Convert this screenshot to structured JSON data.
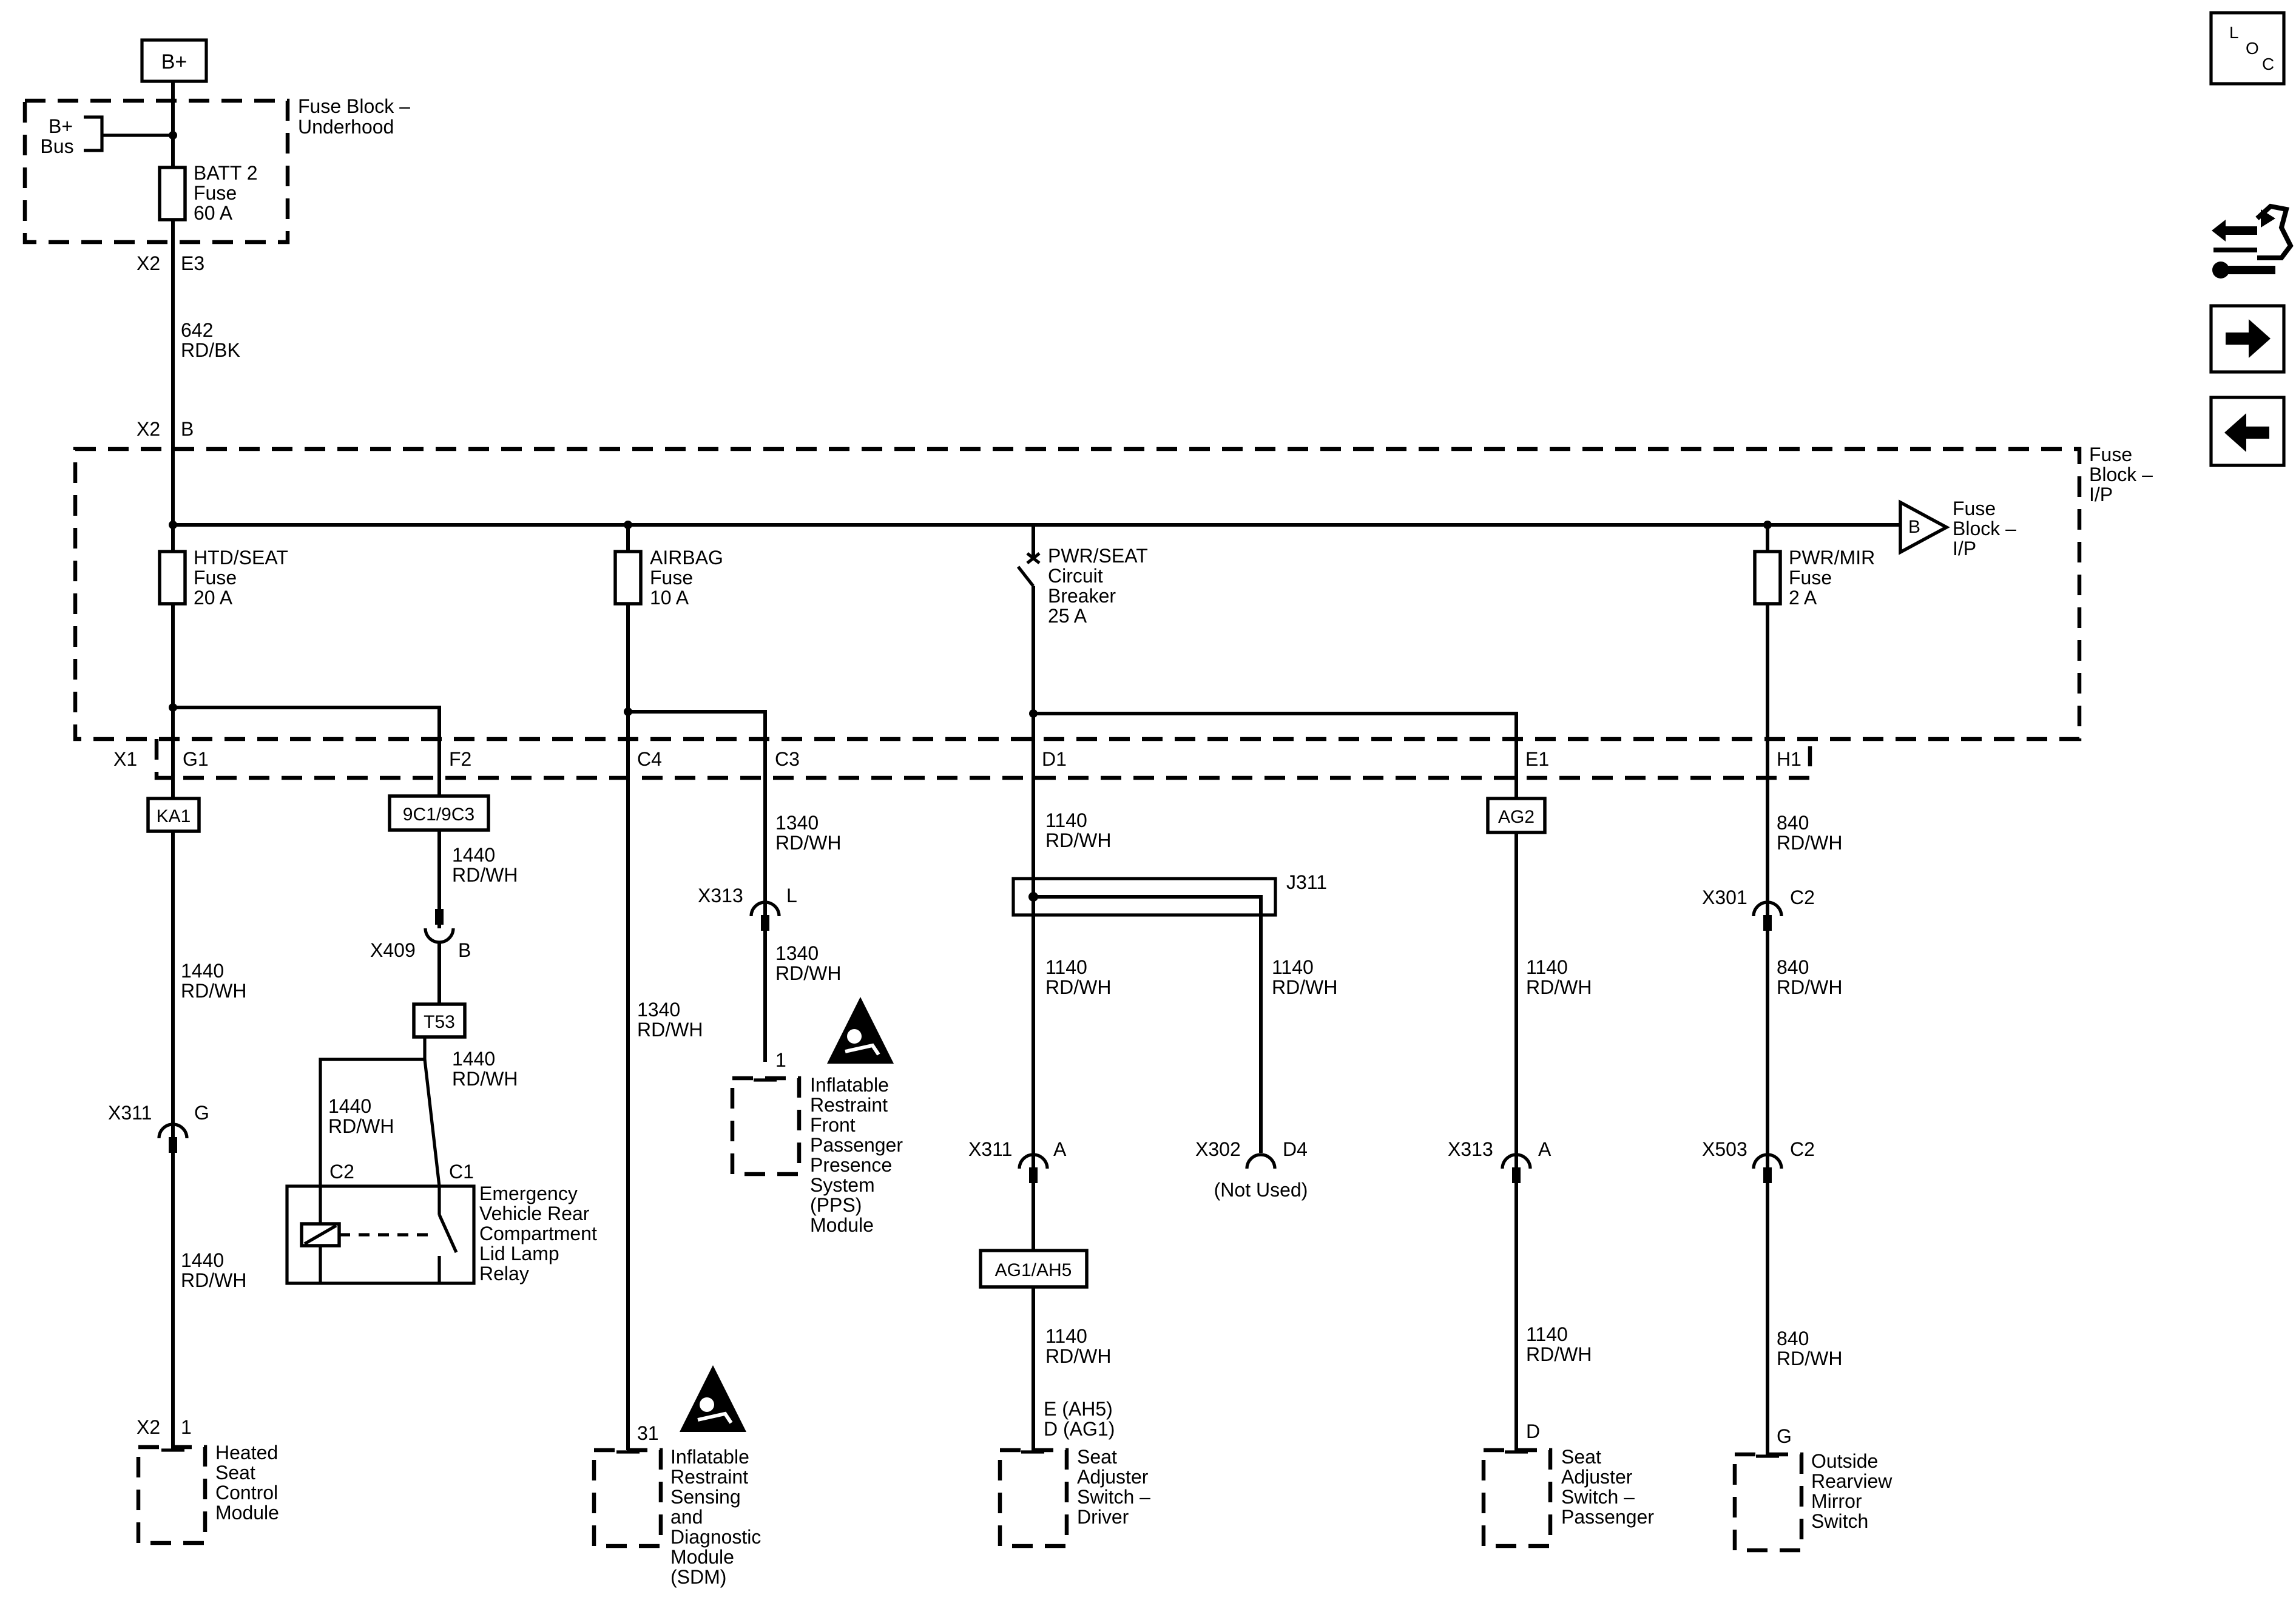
{
  "power": {
    "b_plus": "B+",
    "b_plus_bus": [
      "B+",
      "Bus"
    ],
    "underhood_block": [
      "Fuse Block –",
      "Underhood"
    ],
    "batt2": [
      "BATT 2",
      "Fuse",
      "60 A"
    ],
    "x2": "X2",
    "e3": "E3",
    "feed_wire": [
      "642",
      "RD/BK"
    ],
    "x2b": "X2",
    "b": "B",
    "ip_block": [
      "Fuse",
      "Block –",
      "I/P"
    ],
    "ref_letter": "B",
    "ref_block": [
      "Fuse",
      "Block –",
      "I/P"
    ],
    "x1": "X1"
  },
  "fuses": {
    "htd_seat": [
      "HTD/SEAT",
      "Fuse",
      "20 A"
    ],
    "airbag": [
      "AIRBAG",
      "Fuse",
      "10 A"
    ],
    "pwr_seat": [
      "PWR/SEAT",
      "Circuit",
      "Breaker",
      "25 A"
    ],
    "pwr_mir": [
      "PWR/MIR",
      "Fuse",
      "2 A"
    ]
  },
  "terminals": {
    "g1": "G1",
    "f2": "F2",
    "c4": "C4",
    "c3": "C3",
    "d1": "D1",
    "e1": "E1",
    "h1": "H1"
  },
  "splices": {
    "ka1": "KA1",
    "c9c1": "9C1/9C3",
    "t53": "T53",
    "ag2": "AG2",
    "ag1ah5": "AG1/AH5",
    "j311": "J311"
  },
  "connectors": {
    "x409": "X409",
    "x409_pin": "B",
    "x311_g": "X311",
    "x311_g_pin": "G",
    "x313_l": "X313",
    "x313_l_pin": "L",
    "x311_a": "X311",
    "x311_a_pin": "A",
    "x302": "X302",
    "x302_pin": "D4",
    "not_used": "(Not Used)",
    "x313_a": "X313",
    "x313_a_pin": "A",
    "x301": "X301",
    "x301_pin": "C2",
    "x503": "X503",
    "x503_pin": "C2"
  },
  "wires": {
    "w1440": "1440",
    "w1340": "1340",
    "w1140": "1140",
    "w840": "840",
    "rdwh": "RD/WH"
  },
  "relay": {
    "c2": "C2",
    "c1": "C1",
    "name": [
      "Emergency",
      "Vehicle Rear",
      "Compartment",
      "Lid Lamp",
      "Relay"
    ]
  },
  "modules": {
    "heated_seat": {
      "conn": "X2",
      "pin": "1",
      "name": [
        "Heated",
        "Seat",
        "Control",
        "Module"
      ]
    },
    "sdm": {
      "pin": "31",
      "name": [
        "Inflatable",
        "Restraint",
        "Sensing",
        "and",
        "Diagnostic",
        "Module",
        "(SDM)"
      ]
    },
    "pps": {
      "pin": "1",
      "name": [
        "Inflatable",
        "Restraint",
        "Front",
        "Passenger",
        "Presence",
        "System",
        "(PPS)",
        "Module"
      ]
    },
    "driver_seat": {
      "pins": [
        "E (AH5)",
        "D (AG1)"
      ],
      "name": [
        "Seat",
        "Adjuster",
        "Switch –",
        "Driver"
      ]
    },
    "pass_seat": {
      "pin": "D",
      "name": [
        "Seat",
        "Adjuster",
        "Switch –",
        "Passenger"
      ]
    },
    "mirror": {
      "pin": "G",
      "name": [
        "Outside",
        "Rearview",
        "Mirror",
        "Switch"
      ]
    }
  },
  "nav": {
    "loc": {
      "l": "L",
      "o": "O",
      "c": "C"
    },
    "icons": [
      "pinout-wrench-icon",
      "arrow-right-icon",
      "arrow-left-icon"
    ]
  }
}
